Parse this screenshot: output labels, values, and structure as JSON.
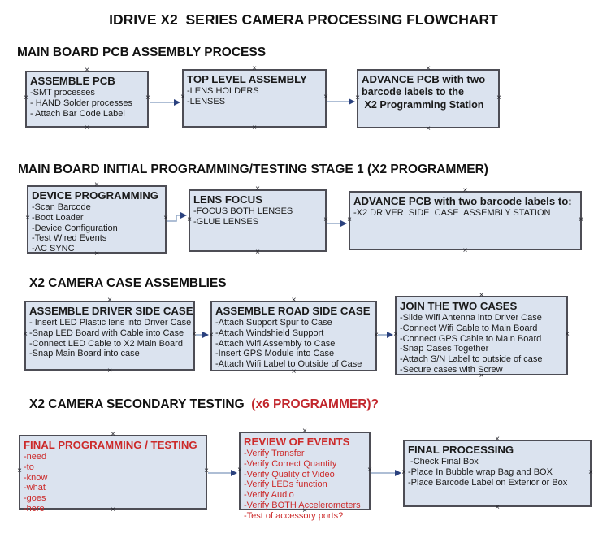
{
  "title": "IDRIVE X2  SERIES CAMERA PROCESSING FLOWCHART",
  "icons": {
    "connection_handle": "×"
  },
  "colors": {
    "box_fill": "#dbe3ef",
    "box_border": "#4d4d55",
    "arrow_line": "#93a9c7",
    "arrow_head": "#2a417e",
    "red_text": "#cc2a2a",
    "heading_red": "#c2272d"
  },
  "sections": [
    {
      "heading": "MAIN BOARD PCB ASSEMBLY PROCESS",
      "boxes": [
        {
          "title": "ASSEMBLE PCB",
          "items": [
            "-SMT processes",
            "- HAND Solder processes",
            "- Attach Bar Code Label"
          ]
        },
        {
          "title": "TOP LEVEL ASSEMBLY",
          "items": [
            "-LENS HOLDERS",
            "-LENSES"
          ]
        },
        {
          "title": "ADVANCE PCB with two",
          "items": [
            "barcode labels to the",
            " X2 Programming Station"
          ]
        }
      ]
    },
    {
      "heading": "MAIN BOARD INITIAL PROGRAMMING/TESTING STAGE 1 (X2 PROGRAMMER)",
      "boxes": [
        {
          "title": "DEVICE PROGRAMMING",
          "items": [
            "-Scan Barcode",
            "-Boot Loader",
            "-Device Configuration",
            "-Test Wired Events",
            "-AC SYNC"
          ]
        },
        {
          "title": "LENS FOCUS",
          "items": [
            "-FOCUS BOTH LENSES",
            "-GLUE LENSES"
          ]
        },
        {
          "title": "ADVANCE PCB with two barcode labels to:",
          "items": [
            "-X2 DRIVER  SIDE  CASE  ASSEMBLY STATION"
          ]
        }
      ]
    },
    {
      "heading": "X2 CAMERA CASE ASSEMBLIES",
      "boxes": [
        {
          "title": "ASSEMBLE DRIVER SIDE CASE",
          "items": [
            "- Insert LED Plastic lens into Driver Case",
            "-Snap LED Board with Cable into Case",
            "-Connect LED Cable to X2 Main Board",
            "-Snap Main Board into case"
          ]
        },
        {
          "title": "ASSEMBLE ROAD SIDE CASE",
          "items": [
            "-Attach Support Spur to Case",
            "-Attach Windshield Support",
            "-Attach Wifi Assembly to Case",
            "-Insert GPS Module into Case",
            "-Attach Wifi Label to Outside of Case"
          ]
        },
        {
          "title": "JOIN THE TWO CASES",
          "items": [
            "-Slide Wifi Antenna into Driver Case",
            "-Connect Wifi Cable to Main Board",
            "-Connect GPS Cable to Main Board",
            "-Snap Cases Together",
            "-Attach S/N Label to outside of case",
            "-Secure cases with Screw"
          ]
        }
      ]
    },
    {
      "heading": "X2 CAMERA SECONDARY TESTING",
      "heading_red": "  (x6 PROGRAMMER)?",
      "boxes": [
        {
          "title": "FINAL PROGRAMMING / TESTING",
          "items": [
            "-need",
            "-to",
            "-know",
            "-what",
            "-goes",
            "-here"
          ]
        },
        {
          "title": "REVIEW OF EVENTS",
          "items": [
            "-Verify Transfer",
            "-Verify Correct Quantity",
            "-Verify Quality of Video",
            "-Verify LEDs function",
            "-Verify Audio",
            "-Verify BOTH Accelerometers",
            "-Test of accessory ports?"
          ]
        },
        {
          "title": "FINAL PROCESSING",
          "items": [
            " -Check Final Box",
            "-Place In Bubble wrap Bag and BOX",
            "-Place Barcode Label on Exterior or Box"
          ]
        }
      ]
    }
  ]
}
